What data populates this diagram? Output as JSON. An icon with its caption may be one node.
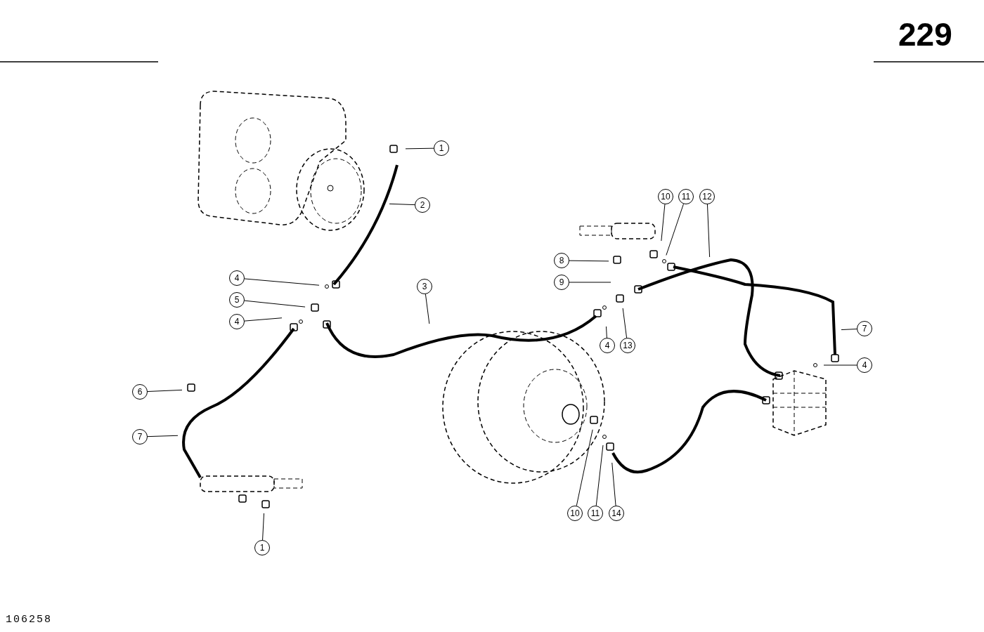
{
  "diagram": {
    "nodes": [
      {
        "text": [
          "1"
        ]
      },
      {
        "text": [
          "2"
        ]
      },
      {
        "text": [
          "10"
        ]
      },
      {
        "text": [
          "11"
        ]
      },
      {
        "text": [
          "12"
        ]
      },
      {
        "text": [
          "8"
        ]
      },
      {
        "text": [
          "4"
        ]
      },
      {
        "text": [
          "9"
        ]
      },
      {
        "text": [
          "3"
        ]
      },
      {
        "text": [
          "5"
        ]
      },
      {
        "text": [
          "4"
        ]
      },
      {
        "text": [
          "7"
        ]
      },
      {
        "text": [
          "4"
        ]
      },
      {
        "text": [
          "13"
        ]
      },
      {
        "text": [
          "4"
        ]
      },
      {
        "text": [
          "6"
        ]
      },
      {
        "text": [
          "7"
        ]
      },
      {
        "text": [
          "10"
        ]
      },
      {
        "text": [
          "11"
        ]
      },
      {
        "text": [
          "14"
        ]
      },
      {
        "text": [
          "1"
        ]
      }
    ],
    "edges": [
      {
        "from": 0,
        "to": null,
        "arrow": "none"
      },
      {
        "from": 1,
        "to": null,
        "arrow": "none"
      },
      {
        "from": 2,
        "to": null,
        "arrow": "none"
      },
      {
        "from": 3,
        "to": null,
        "arrow": "none"
      },
      {
        "from": 4,
        "to": null,
        "arrow": "none"
      },
      {
        "from": 5,
        "to": null,
        "arrow": "none"
      },
      {
        "from": 6,
        "to": null,
        "arrow": "none"
      },
      {
        "from": 7,
        "to": null,
        "arrow": "none"
      },
      {
        "from": 8,
        "to": null,
        "arrow": "none"
      },
      {
        "from": 9,
        "to": null,
        "arrow": "none"
      },
      {
        "from": 10,
        "to": null,
        "arrow": "none"
      },
      {
        "from": 11,
        "to": null,
        "arrow": "none"
      },
      {
        "from": 12,
        "to": null,
        "arrow": "none"
      },
      {
        "from": 13,
        "to": null,
        "arrow": "none"
      },
      {
        "from": 14,
        "to": null,
        "arrow": "none"
      },
      {
        "from": 15,
        "to": null,
        "arrow": "none"
      },
      {
        "from": 16,
        "to": null,
        "arrow": "none"
      },
      {
        "from": 17,
        "to": null,
        "arrow": "none"
      },
      {
        "from": 18,
        "to": null,
        "arrow": "none"
      },
      {
        "from": 19,
        "to": null,
        "arrow": "none"
      },
      {
        "from": 20,
        "to": null,
        "arrow": "none"
      }
    ],
    "labels": [
      "229",
      "106258"
    ]
  }
}
